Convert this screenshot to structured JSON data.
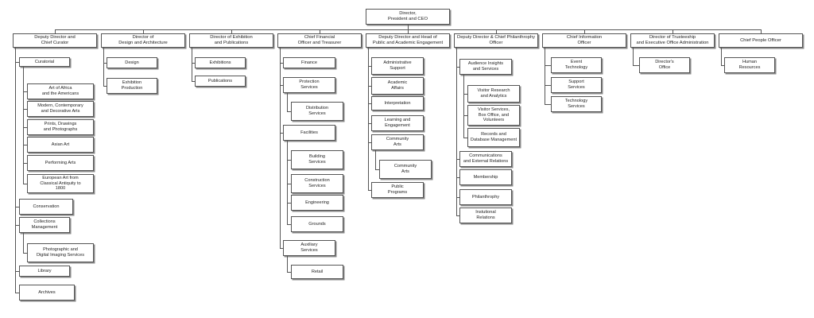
{
  "root": "Director,\nPresident and CEO",
  "departments": [
    {
      "title": "Deputy Director and\nChief Curator",
      "items": [
        {
          "label": "Curatorial",
          "children": [
            "Art of Africa\nand the Americans",
            "Modern, Contemporary\nand Decorative Arts",
            "Prints, Drawings\nand Photographs",
            "Asian Art",
            "Performing Arts",
            "European Art from\nClassical Antiquity to\n1800"
          ]
        },
        {
          "label": "Conservation",
          "children": []
        },
        {
          "label": "Collections\nManagement",
          "children": [
            "Photographic and\nDigital Imaging Services"
          ]
        },
        {
          "label": "Library",
          "children": []
        },
        {
          "label": "Archives",
          "children": []
        }
      ]
    },
    {
      "title": "Director of\nDesign and Architecture",
      "items": [
        {
          "label": "Design",
          "children": []
        },
        {
          "label": "Exhibition\nProduction",
          "children": []
        }
      ]
    },
    {
      "title": "Director of Exhibition\nand Publications",
      "items": [
        {
          "label": "Exhibitions",
          "children": []
        },
        {
          "label": "Publications",
          "children": []
        }
      ]
    },
    {
      "title": "Chief Financial\nOfficer and Treasurer",
      "items": [
        {
          "label": "Finance",
          "children": []
        },
        {
          "label": "Protection\nServices",
          "children": [
            "Distribution\nServices"
          ]
        },
        {
          "label": "Facilities",
          "children": [
            "Building\nServices",
            "Construction\nServices",
            "Engineering",
            "Grounds"
          ]
        },
        {
          "label": "Auxiliary\nServices",
          "children": [
            "Retail"
          ]
        }
      ]
    },
    {
      "title": "Deputy Director and Head of\nPublic and Academic Engagement",
      "items": [
        {
          "label": "Administrative\nSupport",
          "children": []
        },
        {
          "label": "Academic\nAffairs",
          "children": []
        },
        {
          "label": "Interpretation",
          "children": []
        },
        {
          "label": "Learning and\nEngagement",
          "children": []
        },
        {
          "label": "Community\nArts",
          "children": [
            "Community\nArts"
          ]
        },
        {
          "label": "Public\nPrograms",
          "children": []
        }
      ]
    },
    {
      "title": "Deputy Director & Chief  Philanthrophy\nOfficer",
      "items": [
        {
          "label": "Audience Insights\nand Services",
          "children": [
            "Visitor Research\nand Analytics",
            "Visitor Services,\nBox Office, and\nVolunteers",
            "Records and\nDatabase Management"
          ]
        },
        {
          "label": "Communications\nand External Relations",
          "children": []
        },
        {
          "label": "Membership",
          "children": []
        },
        {
          "label": "Philanthrophy",
          "children": []
        },
        {
          "label": "Instutional\nRelations",
          "children": []
        }
      ]
    },
    {
      "title": "Chief Information\nOfficer",
      "items": [
        {
          "label": "Event\nTechnology",
          "children": []
        },
        {
          "label": "Support\nServices",
          "children": []
        },
        {
          "label": "Technology\nServices",
          "children": []
        }
      ]
    },
    {
      "title": "Director of Trusteeship\nand Executive Office Administration",
      "items": [
        {
          "label": "Director's\nOffice",
          "children": []
        }
      ]
    },
    {
      "title": "Chief People Officer",
      "items": [
        {
          "label": "Human\nResources",
          "children": []
        }
      ]
    }
  ]
}
